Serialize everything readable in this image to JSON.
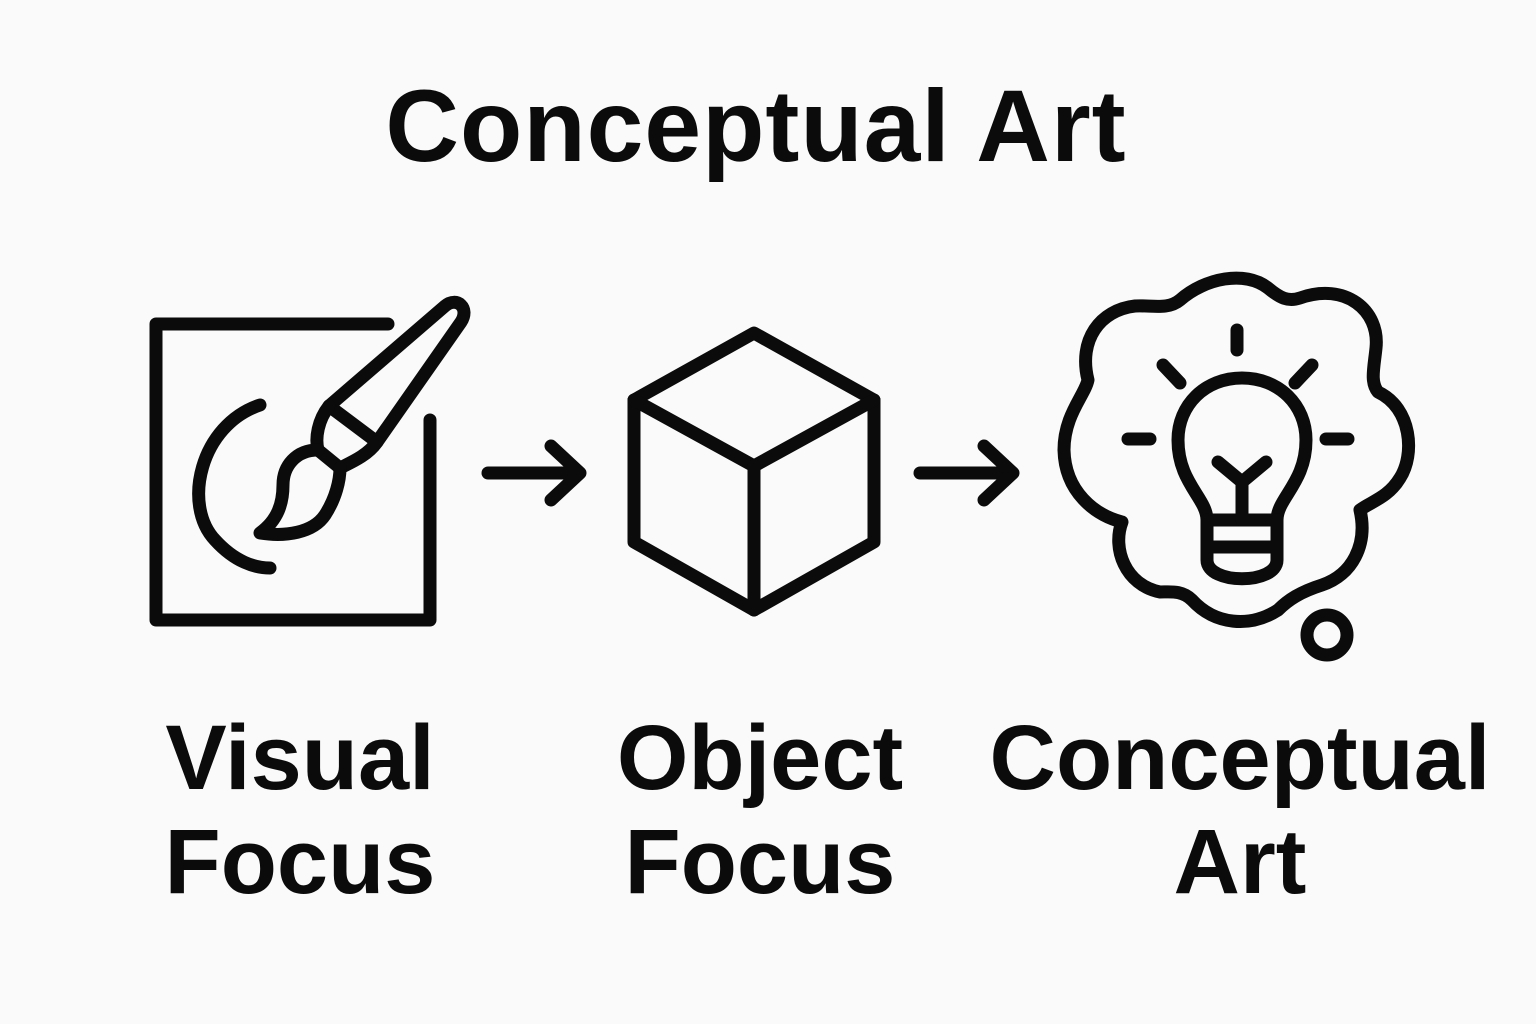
{
  "title": "Conceptual Art",
  "colors": {
    "background": "#fafafa",
    "ink": "#0b0b0b"
  },
  "stages": [
    {
      "icon": "canvas-paintbrush-icon",
      "label_line1": "Visual",
      "label_line2": "Focus"
    },
    {
      "icon": "cube-icon",
      "label_line1": "Object",
      "label_line2": "Focus"
    },
    {
      "icon": "thought-bubble-lightbulb-icon",
      "label_line1": "Conceptual",
      "label_line2": "Art"
    }
  ],
  "connectors": [
    "arrow-right-icon",
    "arrow-right-icon"
  ]
}
